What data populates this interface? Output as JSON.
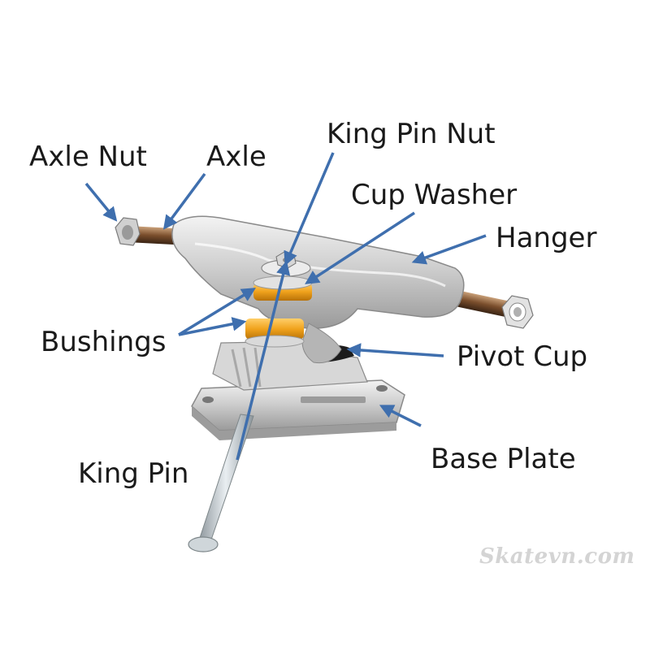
{
  "labels": {
    "axle_nut": "Axle Nut",
    "axle": "Axle",
    "king_pin_nut": "King Pin Nut",
    "cup_washer": "Cup Washer",
    "hanger": "Hanger",
    "bushings": "Bushings",
    "pivot_cup": "Pivot Cup",
    "base_plate": "Base Plate",
    "king_pin": "King Pin"
  },
  "watermark": "Skatevn.com",
  "colors": {
    "arrow": "#3f6fae",
    "bushing": "#f0a21c",
    "metal": "#c9c9c9",
    "label_text": "#1a1a1a"
  }
}
